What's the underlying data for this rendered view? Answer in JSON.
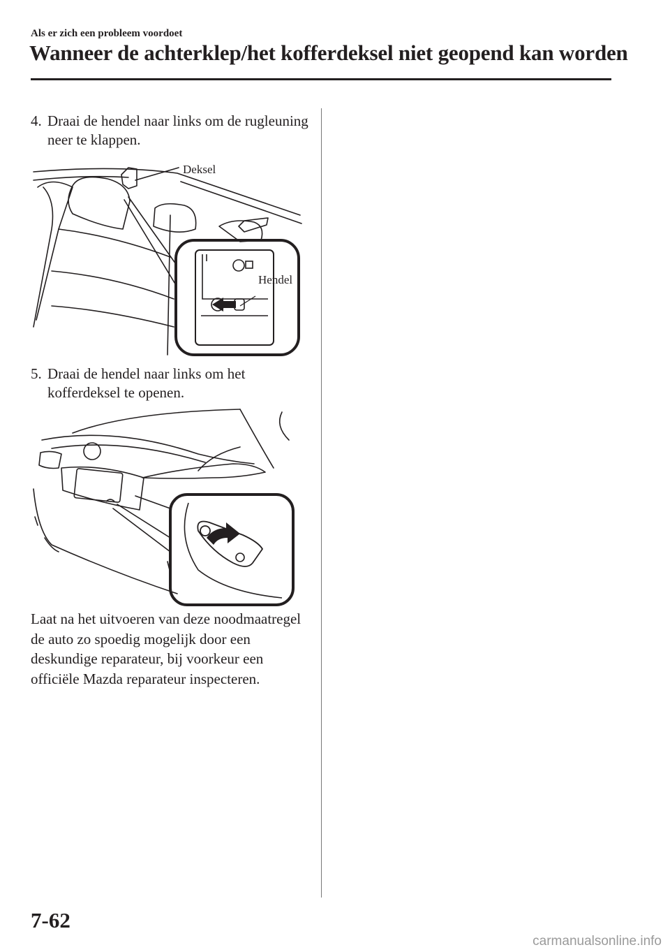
{
  "header": {
    "section": "Als er zich een probleem voordoet",
    "title": "Wanneer de achterklep/het kofferdeksel niet geopend kan worden"
  },
  "steps": [
    {
      "number": "4.",
      "text": "Draai de hendel naar links om de rugleuning neer te klappen."
    },
    {
      "number": "5.",
      "text": "Draai de hendel naar links om het kofferdeksel te openen."
    }
  ],
  "figure1": {
    "labels": {
      "cover": "Deksel",
      "lever": "Hendel"
    }
  },
  "note": "Laat na het uitvoeren van deze noodmaatregel de auto zo spoedig mogelijk door een deskundige reparateur, bij voorkeur een officiële Mazda reparateur inspecteren.",
  "footer": {
    "page_number": "7-62",
    "watermark": "carmanualsonline.info"
  }
}
